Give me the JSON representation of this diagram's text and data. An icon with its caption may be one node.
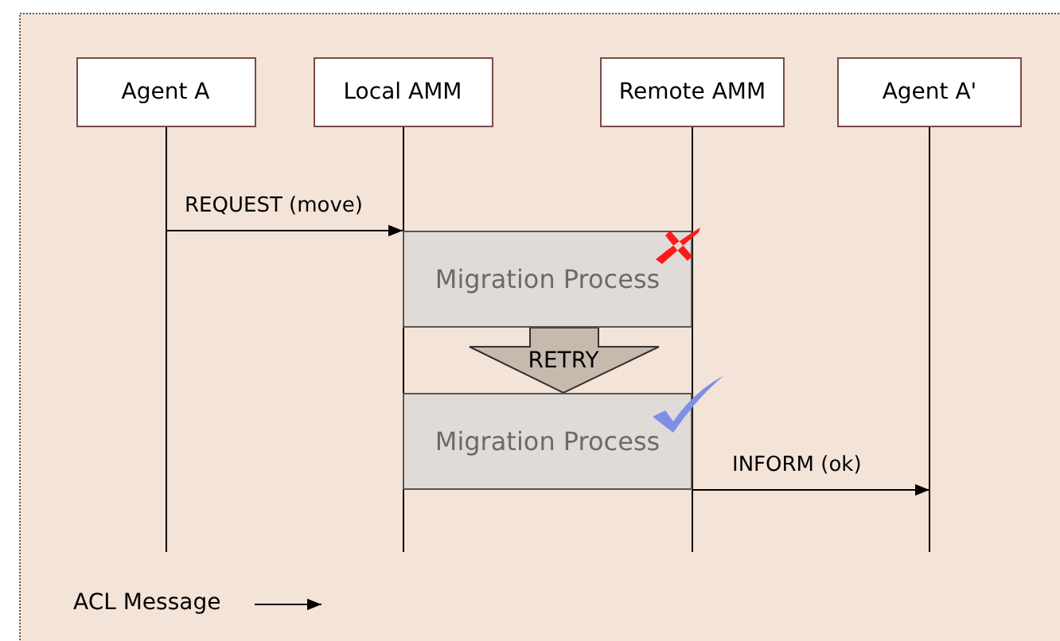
{
  "diagram": {
    "nodes": [
      {
        "text": [
          "Agent A"
        ]
      },
      {
        "text": [
          "Local AMM"
        ]
      },
      {
        "text": [
          "Remote AMM"
        ]
      },
      {
        "text": [
          "Agent A'"
        ]
      },
      {
        "text": [
          "Migration Process"
        ]
      },
      {
        "text": [
          "Migration Process"
        ]
      }
    ],
    "edges": [
      {
        "from": 0,
        "to": 1,
        "arrow": "to",
        "label": "REQUEST (move)"
      },
      {
        "from": 4,
        "to": 5,
        "arrow": "to",
        "label": "RETRY",
        "style": "thick"
      },
      {
        "from": 2,
        "to": 3,
        "arrow": "to",
        "label": "INFORM (ok)"
      }
    ],
    "legend": [
      {
        "text": "ACL Message"
      }
    ]
  }
}
